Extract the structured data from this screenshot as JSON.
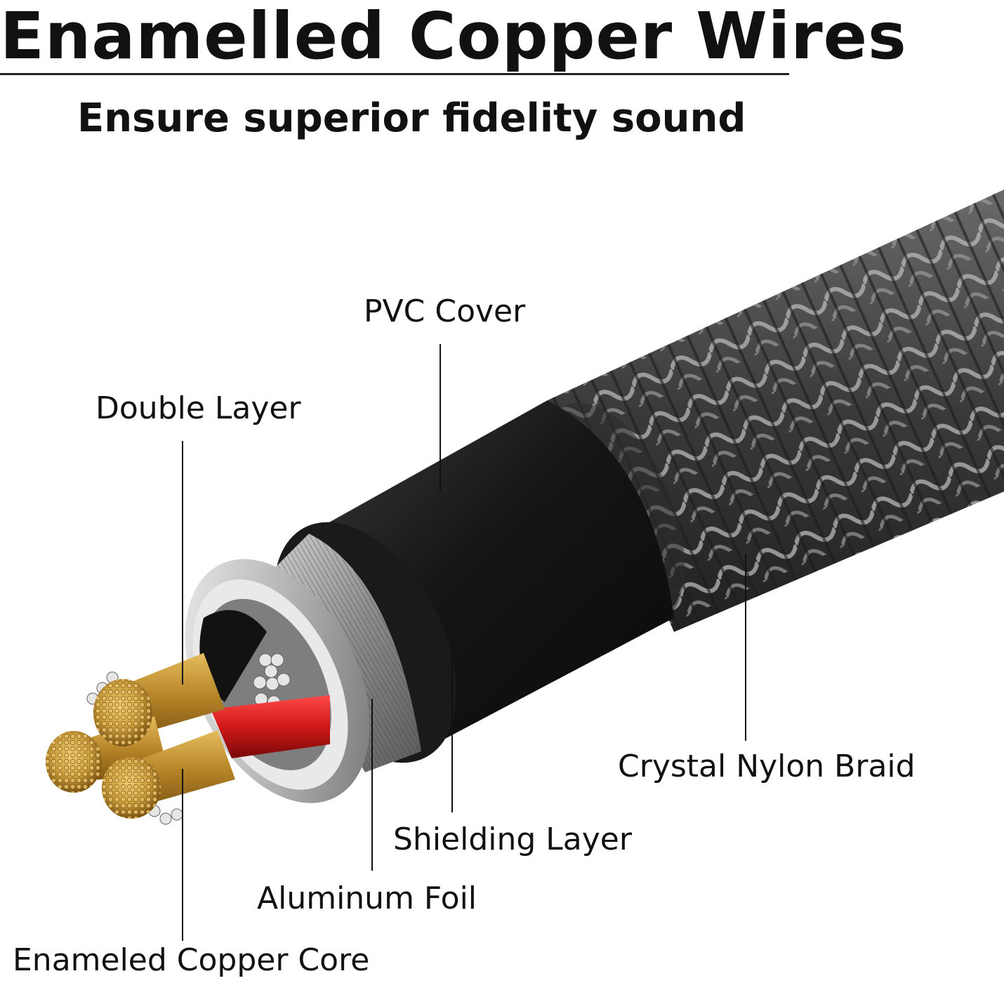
{
  "header": {
    "title": "Enamelled Copper Wires",
    "subtitle": "Ensure superior fidelity sound"
  },
  "labels": {
    "pvc_cover": "PVC Cover",
    "double_layer": "Double Layer",
    "crystal_nylon_braid": "Crystal Nylon Braid",
    "shielding_layer": "Shielding Layer",
    "aluminum_foil": "Aluminum Foil",
    "enameled_copper_core": "Enameled Copper Core"
  },
  "colors": {
    "copper": "#c89a3a",
    "red_insulation": "#d01818",
    "black_jacket": "#151515",
    "aluminum": "#c9c9c9",
    "braid": "#4a4a4a"
  }
}
